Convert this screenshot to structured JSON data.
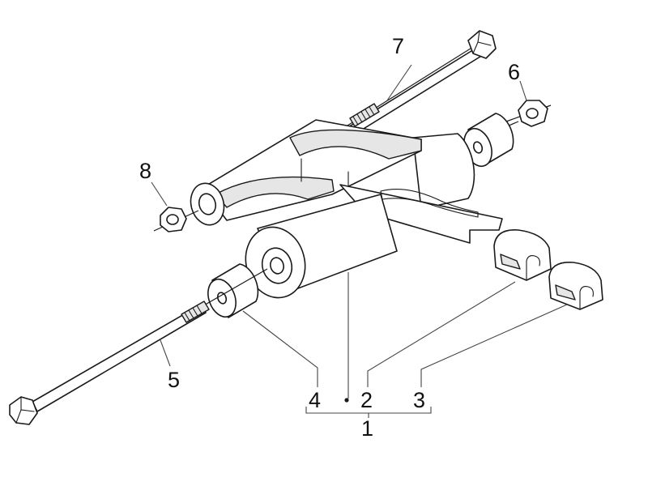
{
  "colors": {
    "ink": "#1a1a1a",
    "background": "#ffffff",
    "shading": "#e6e6e6"
  },
  "callouts": {
    "c1": "1",
    "c2": "2",
    "c3": "3",
    "c4": "4",
    "c5": "5",
    "c6": "6",
    "c7": "7",
    "c8": "8"
  }
}
